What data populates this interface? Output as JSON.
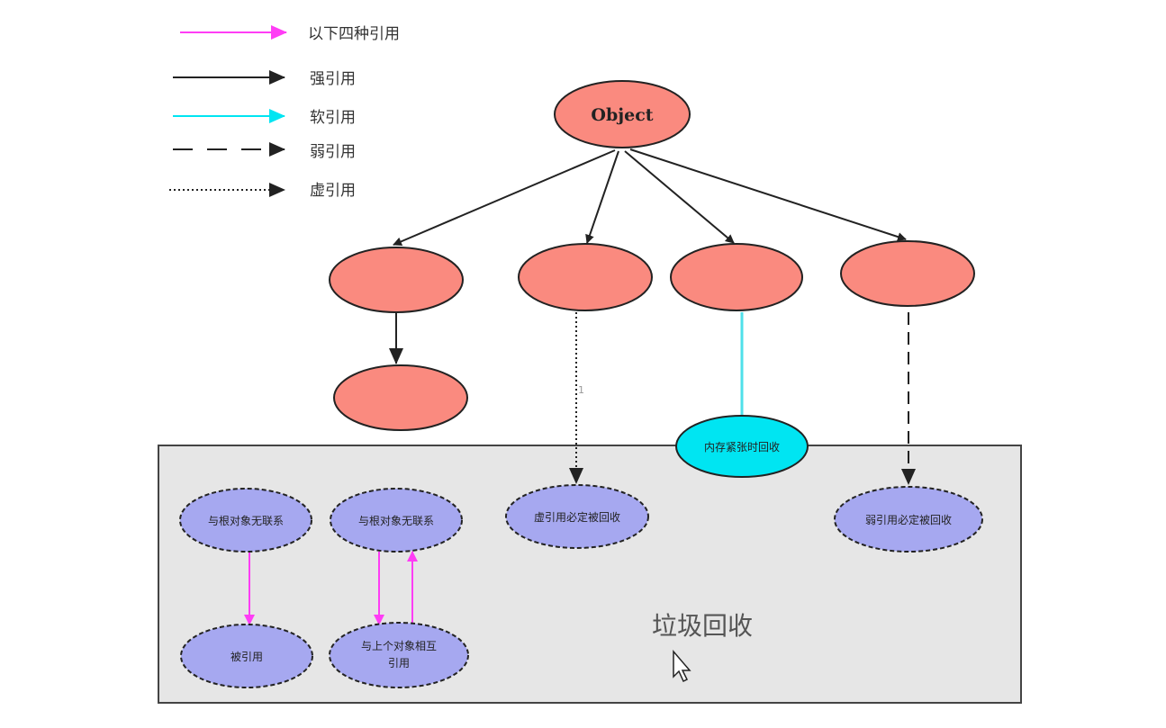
{
  "colors": {
    "node_red": "#fa8a7f",
    "node_cyan": "#00e5f2",
    "node_purple": "#a6a8f0",
    "edge_pink": "#ff3df5",
    "edge_cyan": "#4fe0ea",
    "edge_black": "#222222",
    "gc_box_fill": "#e6e6e6"
  },
  "legend": [
    {
      "label": "以下四种引用",
      "style": "pink-solid"
    },
    {
      "label": "强引用",
      "style": "black-solid"
    },
    {
      "label": "软引用",
      "style": "cyan-solid"
    },
    {
      "label": "弱引用",
      "style": "black-dashed"
    },
    {
      "label": "虚引用",
      "style": "black-dotted"
    }
  ],
  "nodes": {
    "object": "Object",
    "soft_recycle": "内存紧张时回收",
    "no_link_1": "与根对象无联系",
    "no_link_2": "与根对象无联系",
    "phantom_collected": "虚引用必定被回收",
    "weak_collected": "弱引用必定被回收",
    "referenced": "被引用",
    "mutual_line1": "与上个对象相互",
    "mutual_line2": "引用"
  },
  "gc_area": {
    "label": "垃圾回收"
  },
  "stray_mark": "1"
}
